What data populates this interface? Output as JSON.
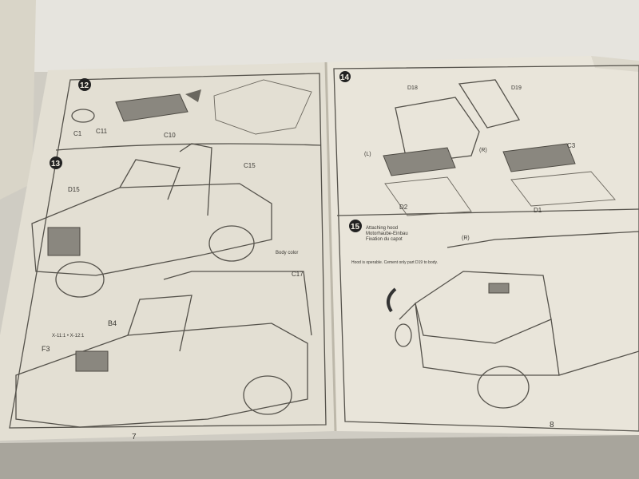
{
  "manual": {
    "left_page": {
      "page_number": "7",
      "steps": [
        {
          "number": "12",
          "parts": [
            "C1",
            "C11",
            "C10"
          ]
        },
        {
          "number": "13",
          "parts": [
            "C15",
            "C17",
            "D15",
            "B4",
            "F3"
          ],
          "notes": [
            "Body color",
            "X-11:1 • X-12:1"
          ]
        }
      ]
    },
    "right_page": {
      "page_number": "8",
      "steps": [
        {
          "number": "14",
          "parts": [
            "D18",
            "D19",
            "D2",
            "D1",
            "C3"
          ],
          "side_labels": [
            "(L)",
            "(R)"
          ]
        },
        {
          "number": "15",
          "title_en": "Attaching hood",
          "title_de": "Motorhaube-Einbau",
          "title_fr": "Fixation du capot",
          "side_labels": [
            "(R)"
          ],
          "notes": [
            "Hood is operable. Cement only part D19 to body."
          ]
        }
      ]
    }
  },
  "colors": {
    "paper": "#e9e5da",
    "background": "#b9b6ad",
    "ink": "#3a3833"
  }
}
